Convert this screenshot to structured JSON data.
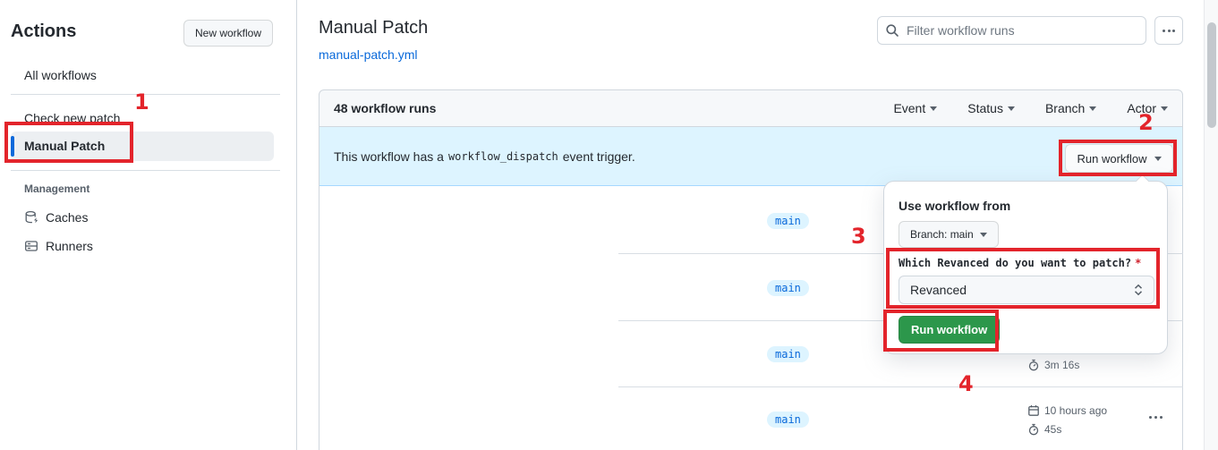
{
  "annotations": {
    "step1": "1",
    "step2": "2",
    "step3": "3",
    "step4": "4",
    "color": "#e3242b"
  },
  "sidebar": {
    "title": "Actions",
    "new_workflow_button": "New workflow",
    "items": [
      {
        "label": "All workflows"
      },
      {
        "label": "Check new patch"
      },
      {
        "label": "Manual Patch",
        "active": true
      }
    ],
    "management": {
      "heading": "Management",
      "items": [
        {
          "label": "Caches",
          "icon": "cache-icon"
        },
        {
          "label": "Runners",
          "icon": "runner-icon"
        }
      ]
    }
  },
  "header": {
    "title": "Manual Patch",
    "file_link": "manual-patch.yml",
    "filter_placeholder": "Filter workflow runs"
  },
  "runs_table": {
    "count_label": "48 workflow runs",
    "filters": [
      {
        "label": "Event"
      },
      {
        "label": "Status"
      },
      {
        "label": "Branch"
      },
      {
        "label": "Actor"
      }
    ],
    "banner": {
      "text_before": "This workflow has a",
      "code": "workflow_dispatch",
      "text_after": "event trigger.",
      "run_button": "Run workflow"
    },
    "rows": [
      {
        "branch": "main"
      },
      {
        "branch": "main"
      },
      {
        "branch": "main",
        "duration": "3m 16s"
      },
      {
        "branch": "main",
        "started": "10 hours ago",
        "duration": "45s"
      }
    ]
  },
  "run_dialog": {
    "heading": "Use workflow from",
    "branch_selector": "Branch: main",
    "input_label": "Which Revanced do you want to patch?",
    "required_marker": "*",
    "select_value": "Revanced",
    "submit_button": "Run workflow"
  },
  "colors": {
    "accent_blue": "#0969da",
    "banner_bg": "#ddf4ff",
    "success_green": "#2c974b",
    "annotation_red": "#e3242b"
  }
}
